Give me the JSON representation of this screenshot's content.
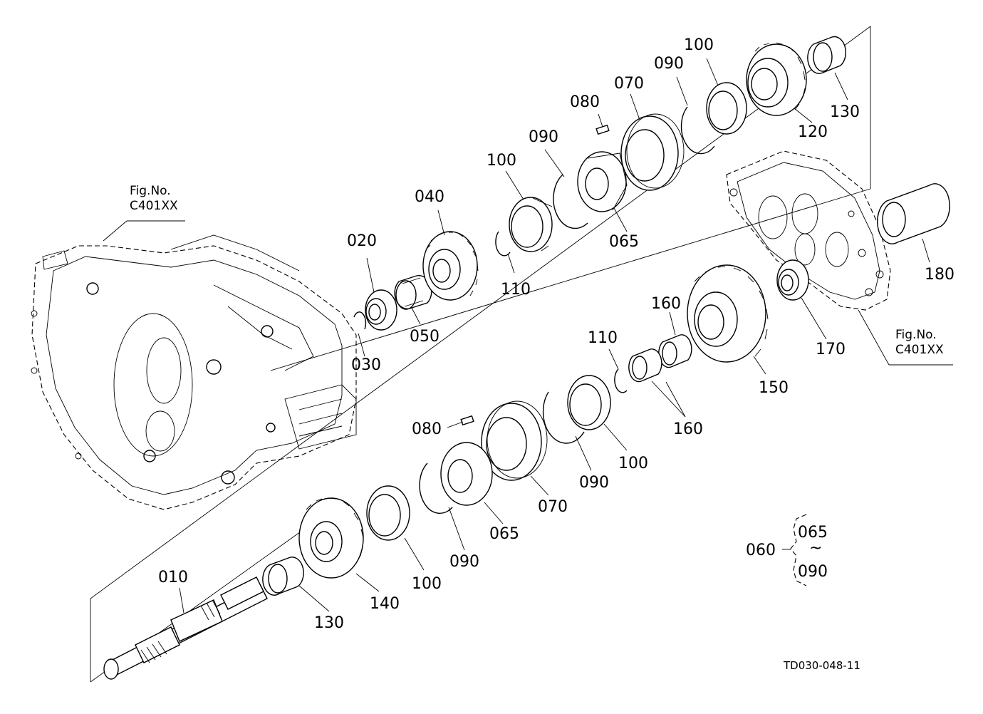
{
  "drawing_code": "TD030-048-11",
  "fig_refs": [
    {
      "line1": "Fig.No.",
      "line2": "C401XX"
    },
    {
      "line1": "Fig.No.",
      "line2": "C401XX"
    }
  ],
  "part_labels": {
    "p010": "010",
    "p020": "020",
    "p030": "030",
    "p040": "040",
    "p050": "050",
    "p065_top": "065",
    "p070_top": "070",
    "p080_top": "080",
    "p090_top_a": "090",
    "p090_top_b": "090",
    "p100_top_a": "100",
    "p100_top_b": "100",
    "p110_top": "110",
    "p120": "120",
    "p130_top": "130",
    "p180": "180",
    "p170": "170",
    "p150": "150",
    "p160_a": "160",
    "p160_b": "160",
    "p110_mid": "110",
    "p100_mid": "100",
    "p090_mid": "090",
    "p070_bot": "070",
    "p080_bot": "080",
    "p065_bot": "065",
    "p090_bot": "090",
    "p100_bot": "100",
    "p140": "140",
    "p130_bot": "130"
  },
  "assembly_note": {
    "parent": "060",
    "from": "065",
    "tilde": "~",
    "to": "090"
  }
}
